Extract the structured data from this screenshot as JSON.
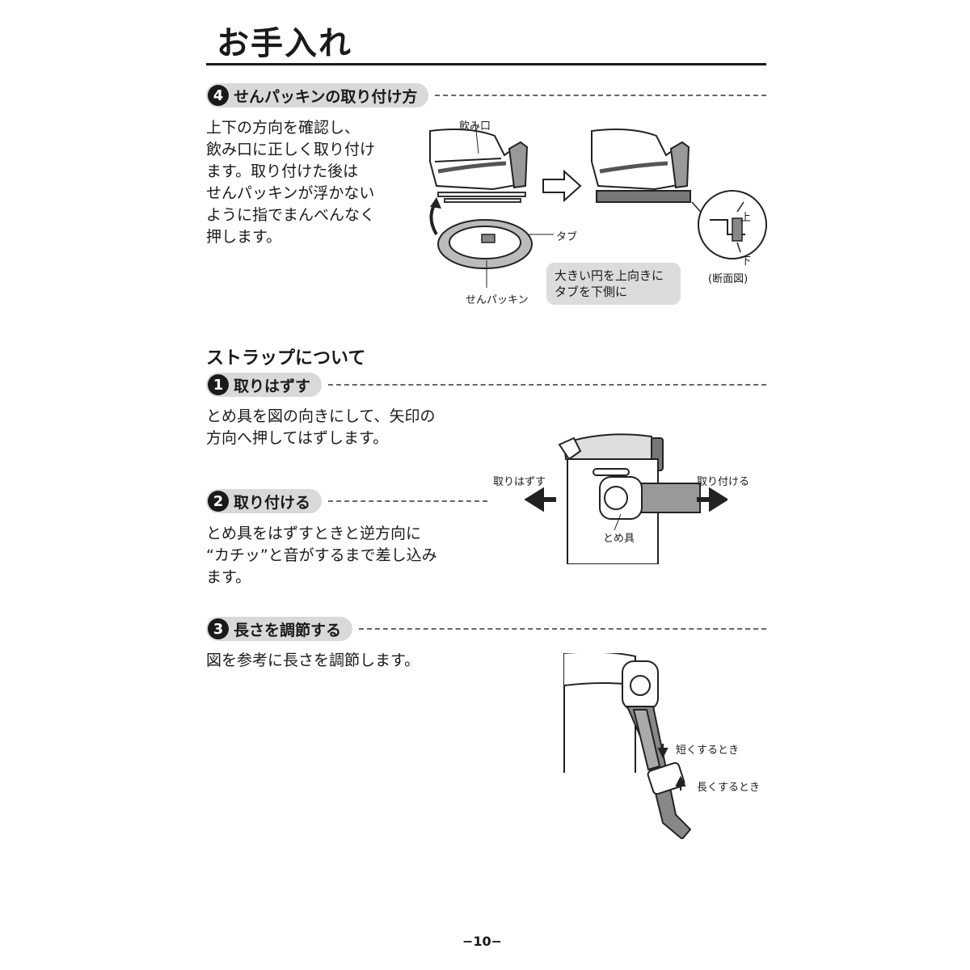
{
  "page_title": "お手入れ",
  "section4": {
    "number": "4",
    "title": "せんパッキンの取り付け方",
    "body": "上下の方向を確認し、\n飲み口に正しく取り付け\nます。取り付けた後は\nせんパッキンが浮かない\nように指でまんべんなく\n押します。",
    "label_mouth": "飲み口",
    "label_tab": "タブ",
    "label_packing": "せんパッキン",
    "callout": "大きい円を上向きに\nタブを下側に",
    "label_up": "上",
    "label_down": "下",
    "label_section": "(断面図)"
  },
  "strap": {
    "heading": "ストラップについて",
    "sec1": {
      "number": "1",
      "title": "取りはずす",
      "body": "とめ具を図の向きにして、矢印の\n方向へ押してはずします。"
    },
    "sec2": {
      "number": "2",
      "title": "取り付ける",
      "body": "とめ具をはずすときと逆方向に\n“カチッ”と音がするまで差し込み\nます。"
    },
    "sec3": {
      "number": "3",
      "title": "長さを調節する",
      "body": "図を参考に長さを調節します。"
    },
    "label_remove": "取りはずす",
    "label_attach": "取り付ける",
    "label_clip": "とめ具",
    "label_shorten": "短くするとき",
    "label_lengthen": "長くするとき"
  },
  "page_number": "−10−"
}
